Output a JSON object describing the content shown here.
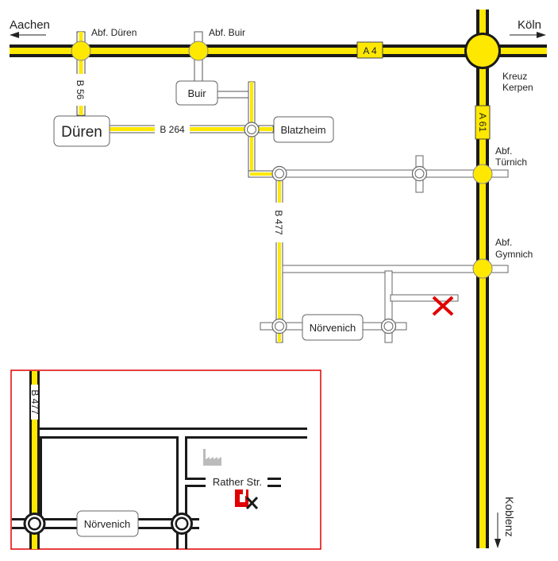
{
  "map": {
    "colors": {
      "road_fill": "#ffe800",
      "road_casing": "#1a1a1a",
      "minor_road_casing": "#555555",
      "inset_border": "#e00000",
      "destination_marker": "#e00000",
      "factory_icon": "#bbbbbb"
    },
    "directions": {
      "west": "Aachen",
      "east": "Köln",
      "south": "Koblenz"
    },
    "highways": {
      "a4": "A 4",
      "a61": "A 61"
    },
    "routes": {
      "b56": "B 56",
      "b264": "B 264",
      "b477": "B 477"
    },
    "exits": {
      "dueren": "Abf. Düren",
      "buir": "Abf. Buir",
      "kerpen_line1": "Kreuz",
      "kerpen_line2": "Kerpen",
      "tuernich_line1": "Abf.",
      "tuernich_line2": "Türnich",
      "gymnich_line1": "Abf.",
      "gymnich_line2": "Gymnich"
    },
    "towns": {
      "dueren": "Düren",
      "buir": "Buir",
      "blatzheim": "Blatzheim",
      "noervenich": "Nörvenich"
    },
    "destination_marker": "destination-x"
  },
  "inset": {
    "route_b477": "B 477",
    "town": "Nörvenich",
    "street": "Rather Str."
  }
}
